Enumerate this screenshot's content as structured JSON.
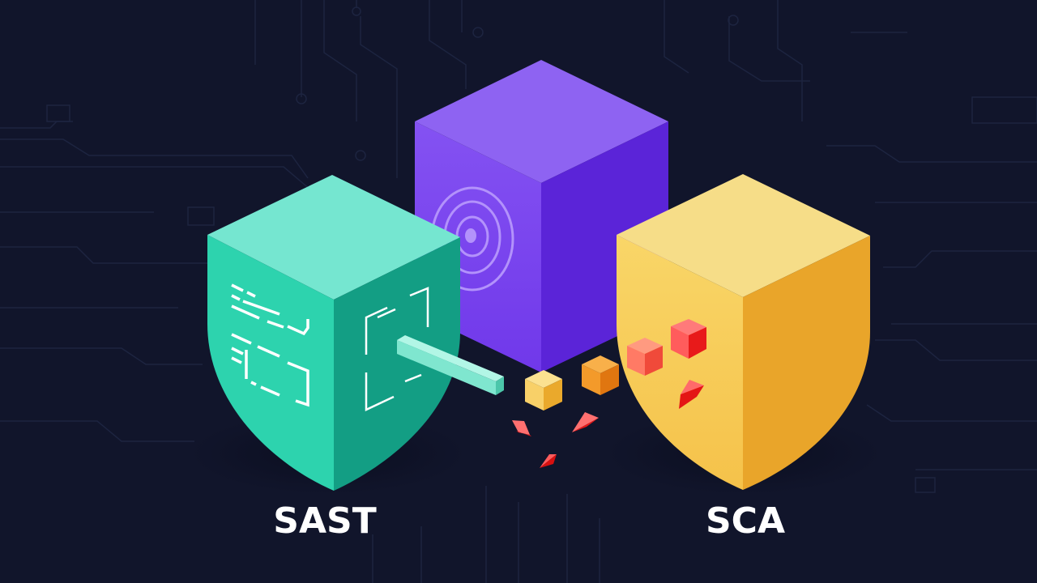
{
  "labels": {
    "sast": "SAST",
    "sca": "SCA"
  },
  "colors": {
    "background": "#11152b",
    "circuit_lines": "#1e2540",
    "sast_top": "#74e6cf",
    "sast_left": "#2dd4b0",
    "sast_right": "#14a086",
    "dast_top": "#8e63f2",
    "dast_left": "#7c47ee",
    "dast_right": "#5b23d6",
    "sca_top": "#f6dc84",
    "sca_left": "#f8cd58",
    "sca_right": "#e8a628",
    "vuln_red": "#ee2a2a",
    "vuln_coral": "#ff7060",
    "dep_orange": "#f29a2e",
    "dep_yellow": "#f7cf60",
    "text": "#ffffff"
  },
  "blocks": [
    {
      "id": "sast",
      "icon": "code-lines-icon",
      "secondary_icon": "scan-frame-icon"
    },
    {
      "id": "dast",
      "icon": "target-rings-icon"
    },
    {
      "id": "sca",
      "icon": "vulnerable-dependency-cubes-icon"
    }
  ]
}
